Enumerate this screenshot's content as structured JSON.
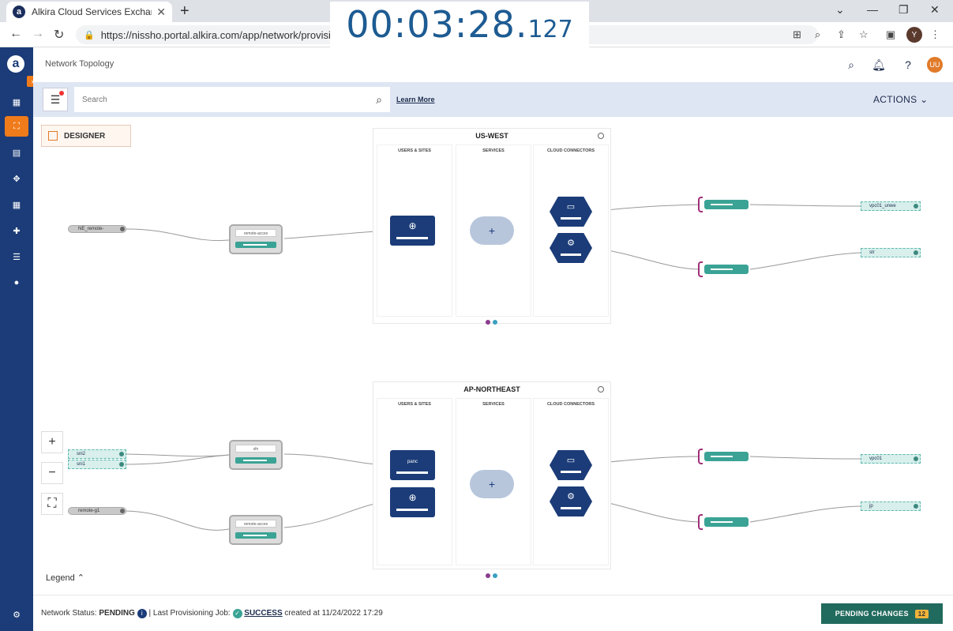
{
  "browser": {
    "tab_title": "Alkira Cloud Services Exchange",
    "url": "https://nissho.portal.alkira.com/app/network/provisio",
    "profile_initial": "Y"
  },
  "timer": {
    "main": "00:03:28.",
    "ms": "127"
  },
  "app": {
    "logo_letter": "a",
    "page_title": "Network Topology",
    "avatar": "UU",
    "search_placeholder": "Search",
    "learn_more": "Learn More",
    "actions": "ACTIONS",
    "designer": "DESIGNER"
  },
  "regions": [
    {
      "name": "US-WEST",
      "columns": [
        "USERS & SITES",
        "SERVICES",
        "CLOUD CONNECTORS"
      ]
    },
    {
      "name": "AP-NORTHEAST",
      "columns": [
        "USERS & SITES",
        "SERVICES",
        "CLOUD CONNECTORS"
      ]
    }
  ],
  "topology": {
    "left_pills": [
      "NE_remote-",
      "sni2",
      "sni1",
      "remote-g1"
    ],
    "cards": [
      "remote-acces",
      "sfn",
      "remote-acces"
    ],
    "right_tags": [
      "vpc01_unwe",
      "str",
      "vpc01",
      "jp"
    ],
    "nodes": {
      "ap_users_node": "panc"
    }
  },
  "legend": "Legend",
  "status": {
    "network_status_label": "Network Status:",
    "network_status": "PENDING",
    "job_label": "| Last Provisioning Job:",
    "job_status": "SUCCESS",
    "job_created": "created at 11/24/2022 17:29",
    "pending_changes": "PENDING CHANGES",
    "pending_count": "12"
  },
  "colors": {
    "navy": "#1b3c78",
    "accent": "#f07b1a",
    "teal": "#3aa395"
  }
}
